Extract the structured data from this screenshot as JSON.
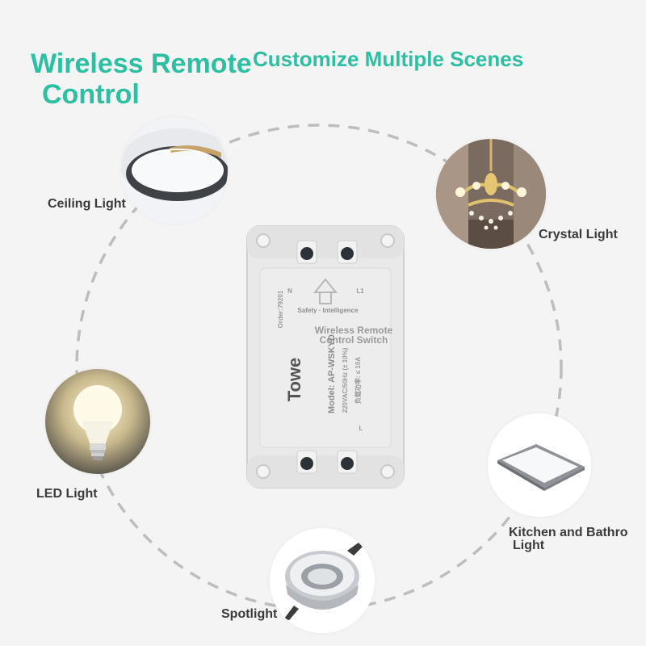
{
  "headline": {
    "line1": "Wireless Remote",
    "line2": "Control",
    "scenes": "Customize Multiple Scenes"
  },
  "colors": {
    "accent": "#2cbfa1",
    "label": "#3a3a3a",
    "ring": "#bdbdbd"
  },
  "scenes": [
    {
      "label": "Ceiling Light",
      "icon": "ceiling-light-icon"
    },
    {
      "label": "Crystal Light",
      "icon": "chandelier-icon"
    },
    {
      "label": "LED Light",
      "icon": "led-bulb-icon"
    },
    {
      "label": "Kitchen and Bathro",
      "label2": "Light",
      "icon": "panel-light-icon"
    },
    {
      "label": "Spotlight",
      "icon": "spotlight-icon"
    }
  ],
  "device": {
    "brand": "Towe",
    "model": "Model: AP-WSKYD",
    "order": "Order:79201",
    "rating": "220VAC/50Hz (± 10%)",
    "load": "负载功率: ≤ 10A",
    "tagline": "Safety · Intelligence",
    "caption_line1": "Wireless Remote",
    "caption_line2": "Control Switch",
    "terminal_n": "N",
    "terminal_l": "L",
    "terminal_l1": "L1"
  }
}
